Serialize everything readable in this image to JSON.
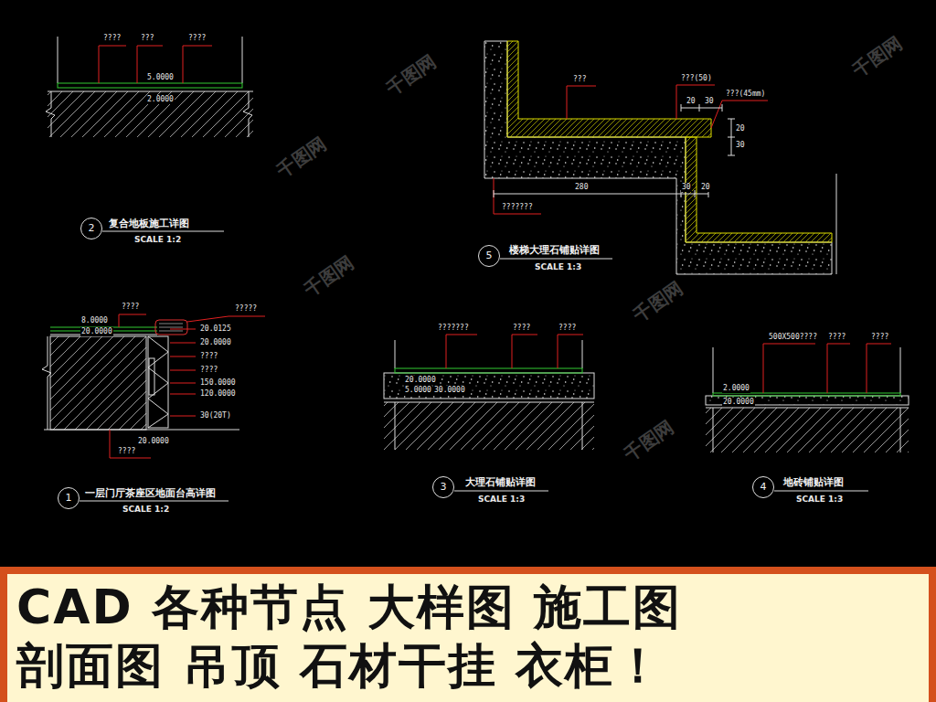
{
  "diagram": {
    "nodes": [
      {
        "text": [
          "2"
        ]
      },
      {
        "text": [
          "5"
        ]
      },
      {
        "text": [
          "1"
        ]
      },
      {
        "text": [
          "3"
        ]
      },
      {
        "text": [
          "4"
        ]
      },
      {
        "text": [
          "CAD 各种节点 大样图 施工图",
          "剖面图 吊顶 石材干挂 衣柜！"
        ]
      }
    ],
    "labels": [
      "????",
      "???",
      "????",
      "5.0000",
      "2.0000",
      "复合地板施工详图",
      "SCALE 1:2",
      "???",
      "???(50)",
      "20",
      "30",
      "???(45mm)",
      "20",
      "30",
      "280",
      "30",
      "20",
      "???????",
      "楼梯大理石铺贴详图",
      "SCALE 1:3",
      "????",
      "?????",
      "8.0000",
      "20.0000",
      "20.0125",
      "20.0000",
      "????",
      "????",
      "150.0000",
      "120.0000",
      "30(20T)",
      "20.0000",
      "????",
      "一层门厅茶座区地面台高详图",
      "SCALE 1:2",
      "???????",
      "????",
      "????",
      "20.0000",
      "5.0000",
      "30.0000",
      "大理石铺贴详图",
      "SCALE 1:3",
      "500X500????",
      "????",
      "????",
      "2.0000",
      "20.0000",
      "地砖铺贴详图",
      "SCALE 1:3",
      "千图网",
      "千图网",
      "千图网",
      "千图网",
      "千图网",
      "千图网"
    ]
  }
}
